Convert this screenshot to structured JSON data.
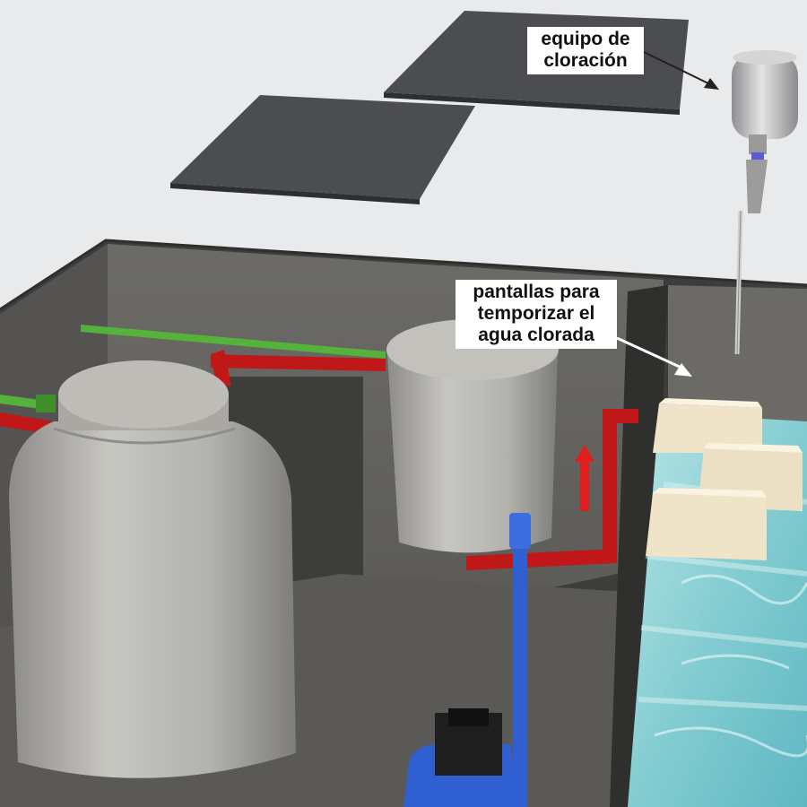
{
  "labels": {
    "chlorination_equipment": [
      "equipo de",
      "cloración"
    ],
    "timing_screens": [
      "pantallas para",
      "temporizar el",
      "agua clorada"
    ]
  },
  "colors": {
    "background": "#e9eaec",
    "lid": "#4b4d50",
    "tank": "#b9b8b3",
    "pipe_red": "#c01818",
    "pipe_green": "#55b23a",
    "pipe_blue": "#2f5fd0",
    "water": "#7fc9cf",
    "screen": "#efe3c8"
  },
  "icons": [
    "chlorinator-device",
    "water-tank",
    "cistern",
    "pump",
    "flow-arrow"
  ]
}
